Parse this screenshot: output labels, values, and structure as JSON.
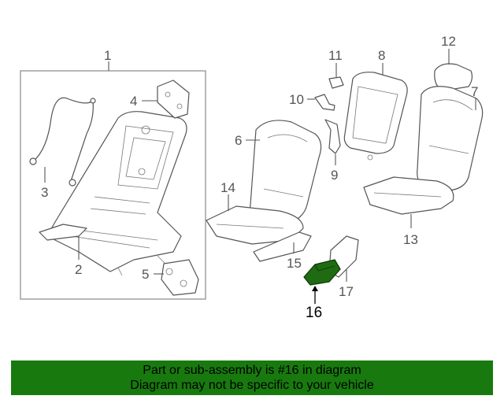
{
  "diagram": {
    "callouts": {
      "c1": "1",
      "c2": "2",
      "c3": "3",
      "c4": "4",
      "c5": "5",
      "c6": "6",
      "c7": "7",
      "c8": "8",
      "c9": "9",
      "c10": "10",
      "c11": "11",
      "c12": "12",
      "c13": "13",
      "c14": "14",
      "c15": "15",
      "c16": "16",
      "c17": "17"
    },
    "highlighted_part": "16",
    "highlight_color": "#1f6b12"
  },
  "banner": {
    "line1": "Part or sub-assembly is #16 in diagram",
    "line2": "Diagram may not be specific to your vehicle",
    "background": "#187a0e"
  }
}
